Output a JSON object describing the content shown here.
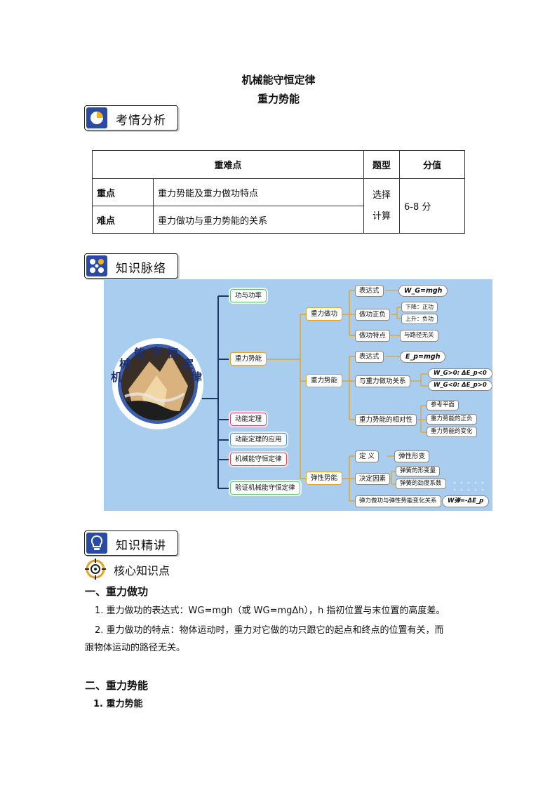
{
  "header": {
    "title": "机械能守恒定律",
    "subtitle": "重力势能"
  },
  "sections": {
    "analysis": "考情分析",
    "network": "知识脉络",
    "lecture": "知识精讲",
    "core": "核心知识点"
  },
  "table": {
    "headers": [
      "重难点",
      "题型",
      "分值"
    ],
    "rows": [
      {
        "label": "重点",
        "content": "重力势能及重力做功特点"
      },
      {
        "label": "难点",
        "content": "重力做功与重力势能的关系"
      }
    ],
    "type_value": "选择\n计算",
    "type_line1": "选择",
    "type_line2": "计算",
    "score_value": "6-8 分"
  },
  "mindmap": {
    "center_chars": [
      "机",
      "械",
      "能",
      "守",
      "恒",
      "定",
      "律"
    ],
    "branches": [
      "功与功率",
      "重力势能",
      "动能定理",
      "动能定理的应用",
      "机械能守恒定律",
      "验证机械能守恒定律"
    ],
    "sub_gp": [
      "重力做功",
      "重力势能",
      "弹性势能"
    ],
    "work": {
      "expr": "表达式",
      "expr_formula": "W_G=mgh",
      "sign": "做功正负",
      "down": "下降：正功",
      "up": "上升：负功",
      "feature": "做功特点",
      "feature_value": "与路径无关"
    },
    "pe": {
      "expr": "表达式",
      "expr_formula": "E_p=mgh",
      "relation": "与重力做功关系",
      "rel1": "W_G>0: ΔE_p<0",
      "rel2": "W_G<0: ΔE_p>0",
      "relative": "重力势能的相对性",
      "ref": "参考平面",
      "sign": "重力势能的正负",
      "change": "重力势能的变化"
    },
    "elastic": {
      "def": "定 义",
      "def_value": "弹性形变",
      "factors": "决定因素",
      "f1": "弹簧的形变量",
      "f2": "弹簧的劲度系数",
      "relation": "弹力做功与弹性势能变化关系",
      "relation_formula": "W弹=-ΔE_p"
    }
  },
  "content": {
    "h1": "一、重力做功",
    "p1": "1. 重力做功的表达式：WG=mgh（或 WG=mgΔh），h 指初位置与末位置的高度差。",
    "p2a": "2. 重力做功的特点：物体运动时，重力对它做的功只跟它的起点和终点的位置有关，而",
    "p2b": "跟物体运动的路径无关。",
    "h2": "二、重力势能",
    "h3": "1. 重力势能"
  }
}
